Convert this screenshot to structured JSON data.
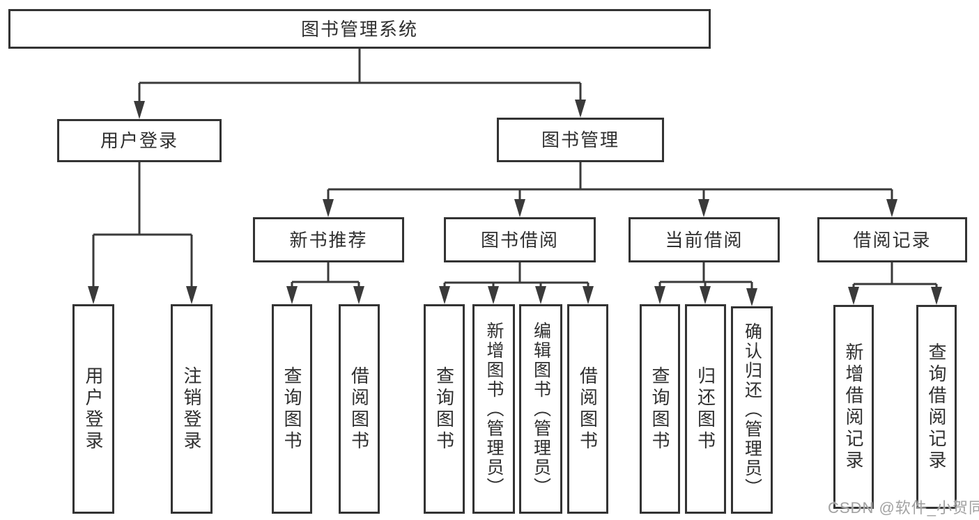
{
  "tree": {
    "root": "图书管理系统",
    "user": {
      "label": "用户登录",
      "children": [
        "用户登录",
        "注销登录"
      ]
    },
    "mgmt": {
      "label": "图书管理",
      "groups": [
        {
          "label": "新书推荐",
          "children": [
            "查询图书",
            "借阅图书"
          ]
        },
        {
          "label": "图书借阅",
          "children": [
            "查询图书",
            "新增图书（管理员）",
            "编辑图书（管理员）",
            "借阅图书"
          ]
        },
        {
          "label": "当前借阅",
          "children": [
            "查询图书",
            "归还图书",
            "确认归还（管理员）"
          ]
        },
        {
          "label": "借阅记录",
          "children": [
            "新增借阅记录",
            "查询借阅记录"
          ]
        }
      ]
    }
  },
  "watermark": {
    "text": "CSDN @软件_小贺同学"
  },
  "colors": {
    "line": "#3a3a3a",
    "border": "#333333",
    "text": "#2f2f2f",
    "watermark": "#a2a2a2"
  }
}
